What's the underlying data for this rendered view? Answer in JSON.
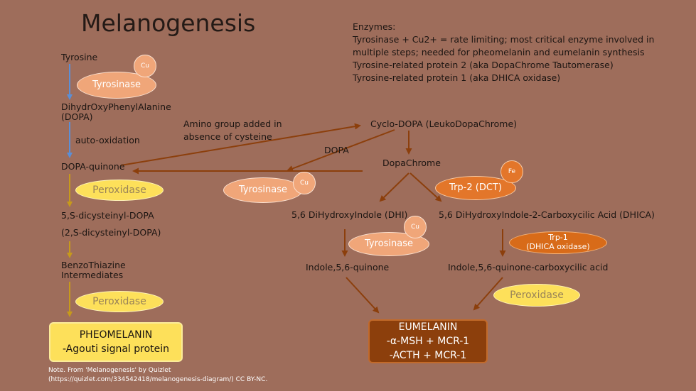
{
  "title": "Melanogenesis",
  "enzymes": {
    "heading": "Enzymes:",
    "line1": "Tyrosinase + Cu2+ = rate limiting; most critical enzyme involved in",
    "line2": "multiple steps; needed for pheomelanin and eumelanin synthesis",
    "line3": "Tyrosine-related protein 2 (aka DopaChrome Tautomerase)",
    "line4": "Tyrosine-related protein 1 (aka DHICA oxidase)"
  },
  "left": {
    "tyrosine": "Tyrosine",
    "dopa_line1": "DihydrOxyPhenylAlanine",
    "dopa_line2": "(DOPA)",
    "auto_oxidation": "auto-oxidation",
    "dopa_quinone": "DOPA-quinone",
    "dicysteinyl": "5,S-dicysteinyl-DOPA",
    "dicysteinyl2": "(2,S-dicysteinyl-DOPA)",
    "benzo_line1": "BenzoThiazine",
    "benzo_line2": "Intermediates"
  },
  "middle": {
    "amino_line1": "Amino group added in",
    "amino_line2": "absence of cysteine",
    "dopa": "DOPA"
  },
  "right": {
    "cyclo_dopa": "Cyclo-DOPA (LeukoDopaChrome)",
    "dopachrome": "DopaChrome",
    "dhi": "5,6 DiHydroxyIndole (DHI)",
    "dhica": "5,6 DiHydroxyIndole-2-Carboxycilic Acid (DHICA)",
    "indole_quinone": "Indole,5,6-quinone",
    "indole_quinone_carb": "Indole,5,6-quinone-carboxycilic acid"
  },
  "enzyme_labels": {
    "tyrosinase": "Tyrosinase",
    "cu": "Cu",
    "fe": "Fe",
    "peroxidase": "Peroxidase",
    "trp2": "Trp-2 (DCT)",
    "trp1_line1": "Trp-1",
    "trp1_line2": "(DHICA oxidase)"
  },
  "products": {
    "pheo_line1": "PHEOMELANIN",
    "pheo_line2": "-Agouti signal protein",
    "eu_line1": "EUMELANIN",
    "eu_line2": "-α-MSH + MCR-1",
    "eu_line3": "-ACTH + MCR-1"
  },
  "note": {
    "line1": "Note. From 'Melanogenesis' by Quizlet",
    "line2": "(https://quizlet.com/334542418/melanogenesis-diagram/) CC BY-NC."
  },
  "colors": {
    "background": "#9e6d5b",
    "arrow_blue": "#5b8fd6",
    "arrow_gold": "#c79a1b",
    "arrow_brown": "#8c3f0c",
    "tyrosinase": "#f0a679",
    "peroxidase": "#fde05a",
    "trp2": "#e3762a",
    "trp1": "#d86b19",
    "pheomelanin": "#fde05a",
    "eumelanin": "#8c3f0c"
  }
}
